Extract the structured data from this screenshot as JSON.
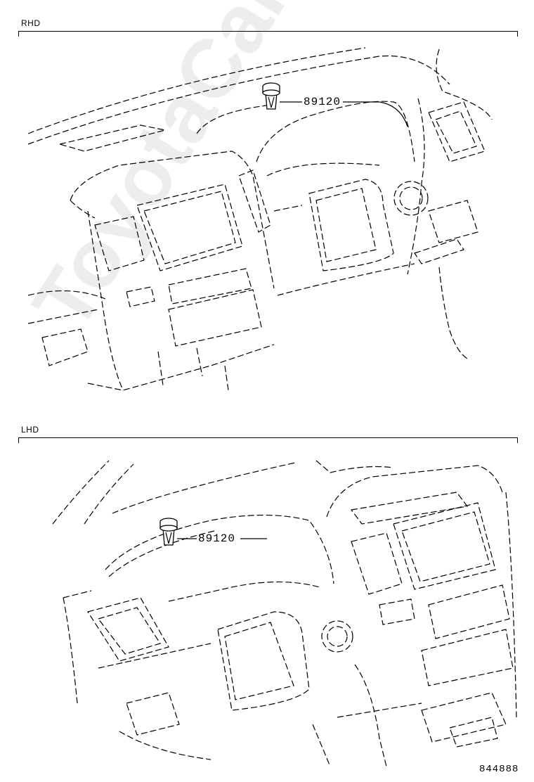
{
  "sections": {
    "rhd": {
      "label": "RHD",
      "part_number": "89120"
    },
    "lhd": {
      "label": "LHD",
      "part_number": "89120"
    }
  },
  "watermark": "ToyotaCarMine.ru",
  "diagram_code": "844888"
}
